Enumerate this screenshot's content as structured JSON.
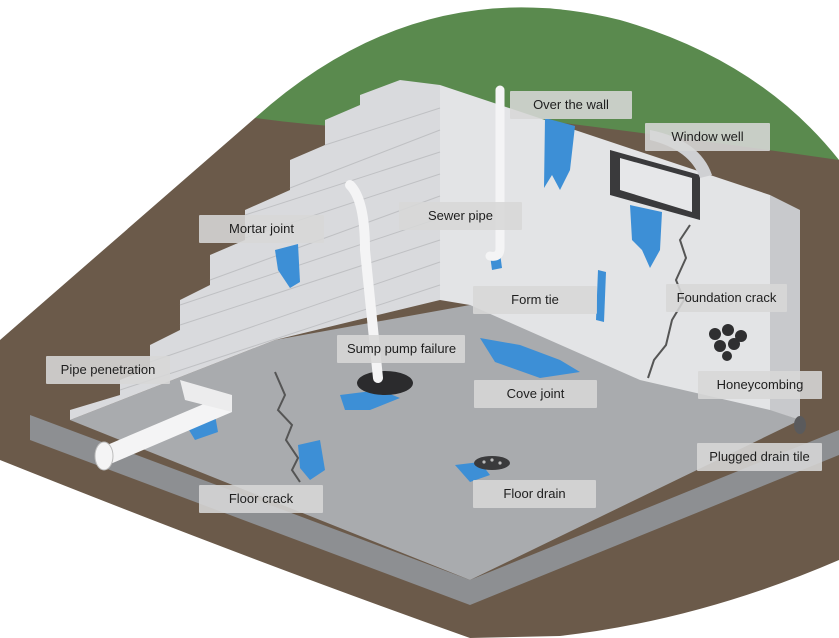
{
  "labels": {
    "over_the_wall": "Over the wall",
    "window_well": "Window well",
    "mortar_joint": "Mortar joint",
    "sewer_pipe": "Sewer pipe",
    "form_tie": "Form tie",
    "foundation_crack": "Foundation crack",
    "sump_pump_failure": "Sump pump failure",
    "pipe_penetration": "Pipe penetration",
    "honeycombing": "Honeycombing",
    "cove_joint": "Cove joint",
    "plugged_drain_tile": "Plugged drain tile",
    "floor_crack": "Floor crack",
    "floor_drain": "Floor drain"
  },
  "colors": {
    "grass": "#5a8a4e",
    "soil": "#6b5a4a",
    "wall_light": "#e3e4e6",
    "wall_block": "#d9dadd",
    "floor": "#a9abae",
    "water": "#3d8fd6",
    "pipe": "#f4f4f5"
  }
}
